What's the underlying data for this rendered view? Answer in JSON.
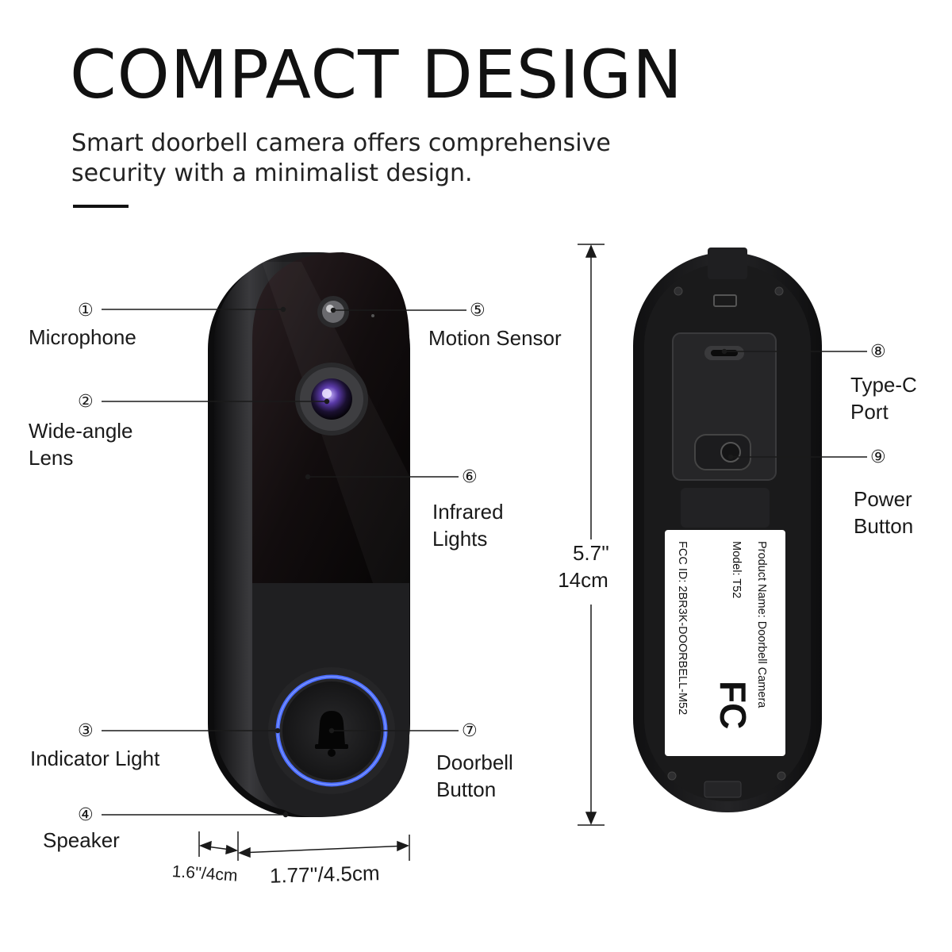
{
  "header": {
    "title": "COMPACT DESIGN",
    "subtitle": "Smart doorbell camera offers comprehensive security with a minimalist design."
  },
  "callouts": [
    {
      "num": "①",
      "label": "Microphone"
    },
    {
      "num": "②",
      "label": "Wide-angle Lens"
    },
    {
      "num": "③",
      "label": "Indicator Light"
    },
    {
      "num": "④",
      "label": "Speaker"
    },
    {
      "num": "⑤",
      "label": "Motion Sensor"
    },
    {
      "num": "⑥",
      "label": "Infrared Lights"
    },
    {
      "num": "⑦",
      "label": "Doorbell Button"
    },
    {
      "num": "⑧",
      "label": "Type-C Port"
    },
    {
      "num": "⑨",
      "label": "Power Button"
    }
  ],
  "dimensions": {
    "height_in": "5.7''",
    "height_cm": "14cm",
    "depth": "1.6''/4cm",
    "width": "1.77''/4.5cm"
  },
  "product_label": {
    "product_name": "Product Name: Doorbell Camera",
    "model": "Model: T52",
    "fcc_id": "FCC ID: 2BR3K-DOORBELL-M52",
    "fcc_mark": "FC"
  },
  "colors": {
    "device_body": "#1c1c1e",
    "glass_panel": "#0e0a0b",
    "ring_light": "#4a6cff",
    "ink": "#111111"
  }
}
